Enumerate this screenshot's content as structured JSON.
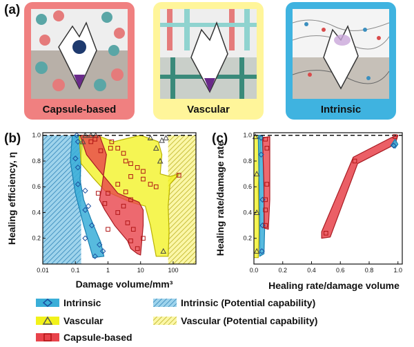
{
  "panels": {
    "a": "(a)",
    "b": "(b)",
    "c": "(c)"
  },
  "schemes": [
    {
      "label": "Capsule-based",
      "color": "#f08080"
    },
    {
      "label": "Vascular",
      "color": "#fff59a"
    },
    {
      "label": "Intrinsic",
      "color": "#3fb3e0"
    }
  ],
  "colors": {
    "intrinsic": "#3aaed8",
    "vascular": "#f2f21a",
    "capsule": "#e8434b",
    "overlap": "#f5a623"
  },
  "legend": [
    {
      "key": "intrinsic",
      "label": "Intrinsic",
      "symbol": "diamond"
    },
    {
      "key": "vascular",
      "label": "Vascular",
      "symbol": "triangle"
    },
    {
      "key": "capsule",
      "label": "Capsule-based",
      "symbol": "square"
    },
    {
      "key": "intrinsic_potential",
      "label": "Intrinsic (Potential capability)",
      "symbol": "hatch-blue"
    },
    {
      "key": "vascular_potential",
      "label": "Vascular (Potential capability)",
      "symbol": "hatch-yellow"
    }
  ],
  "chart_data": [
    {
      "type": "scatter",
      "xlabel": "Damage volume/mm³",
      "ylabel": "Healing efficiency, η",
      "xscale": "log",
      "xlim": [
        0.01,
        500
      ],
      "ylim": [
        0,
        1.02
      ],
      "xticks": [
        {
          "value": 0.01,
          "label": "0.01"
        },
        {
          "value": 0.1,
          "label": "0.1"
        },
        {
          "value": 1,
          "label": "1"
        },
        {
          "value": 10,
          "label": "10"
        },
        {
          "value": 100,
          "label": "100"
        }
      ],
      "yticks": [
        {
          "value": 0.2,
          "label": "0.2"
        },
        {
          "value": 0.4,
          "label": "0.4"
        },
        {
          "value": 0.6,
          "label": "0.6"
        },
        {
          "value": 0.8,
          "label": "0.8"
        },
        {
          "value": 1.0,
          "label": "1.0"
        }
      ],
      "reference_line_y": 1.0,
      "potential_regions": {
        "intrinsic": {
          "x": [
            0.01,
            0.15
          ]
        },
        "vascular": {
          "x": [
            70,
            500
          ]
        }
      },
      "regions": {
        "intrinsic": [
          [
            0.08,
            1.0
          ],
          [
            0.18,
            1.0
          ],
          [
            0.15,
            0.85
          ],
          [
            0.14,
            0.65
          ],
          [
            0.18,
            0.5
          ],
          [
            0.3,
            0.35
          ],
          [
            0.6,
            0.17
          ],
          [
            0.75,
            0.06
          ],
          [
            0.35,
            0.05
          ],
          [
            0.18,
            0.3
          ],
          [
            0.1,
            0.55
          ],
          [
            0.07,
            0.8
          ]
        ],
        "vascular": [
          [
            0.13,
            1.0
          ],
          [
            0.45,
            1.0
          ],
          [
            1.5,
            0.95
          ],
          [
            10,
            1.0
          ],
          [
            35,
            0.95
          ],
          [
            45,
            0.85
          ],
          [
            40,
            0.7
          ],
          [
            80,
            0.68
          ],
          [
            150,
            0.7
          ],
          [
            80,
            0.62
          ],
          [
            70,
            0.45
          ],
          [
            75,
            0.25
          ],
          [
            70,
            0.06
          ],
          [
            30,
            0.06
          ],
          [
            20,
            0.3
          ],
          [
            14,
            0.45
          ],
          [
            5,
            0.48
          ],
          [
            0.8,
            0.57
          ],
          [
            0.35,
            0.67
          ],
          [
            0.15,
            0.78
          ]
        ],
        "capsule": [
          [
            0.14,
            1.0
          ],
          [
            0.55,
            1.0
          ],
          [
            0.9,
            0.85
          ],
          [
            0.65,
            0.6
          ],
          [
            0.55,
            0.5
          ],
          [
            0.8,
            0.42
          ],
          [
            1.6,
            0.3
          ],
          [
            4,
            0.18
          ],
          [
            5,
            0.12
          ],
          [
            8,
            0.08
          ],
          [
            10,
            0.07
          ],
          [
            12,
            0.3
          ],
          [
            12,
            0.42
          ],
          [
            9,
            0.48
          ],
          [
            2,
            0.55
          ],
          [
            1.2,
            0.62
          ],
          [
            0.45,
            0.75
          ],
          [
            0.22,
            0.85
          ]
        ]
      },
      "series": [
        {
          "name": "Intrinsic",
          "key": "intrinsic",
          "marker": "diamond",
          "points": [
            [
              0.11,
              1.0
            ],
            [
              0.12,
              0.95
            ],
            [
              0.1,
              0.82
            ],
            [
              0.12,
              0.75
            ],
            [
              0.12,
              0.62
            ],
            [
              0.2,
              0.57
            ],
            [
              0.25,
              0.45
            ],
            [
              0.2,
              0.42
            ],
            [
              0.32,
              0.3
            ],
            [
              0.2,
              0.2
            ],
            [
              0.55,
              0.15
            ],
            [
              0.7,
              0.1
            ],
            [
              0.4,
              0.06
            ]
          ]
        },
        {
          "name": "Vascular",
          "key": "vascular",
          "marker": "triangle",
          "points": [
            [
              0.2,
              1.0
            ],
            [
              0.3,
              1.0
            ],
            [
              0.42,
              1.0
            ],
            [
              0.17,
              0.95
            ],
            [
              20,
              0.98
            ],
            [
              30,
              0.9
            ],
            [
              45,
              0.96
            ],
            [
              60,
              0.98
            ],
            [
              40,
              0.8
            ],
            [
              50,
              0.1
            ]
          ]
        },
        {
          "name": "Capsule-based",
          "key": "capsule",
          "marker": "square",
          "points": [
            [
              0.3,
              0.95
            ],
            [
              0.4,
              0.97
            ],
            [
              1.3,
              0.95
            ],
            [
              0.6,
              0.88
            ],
            [
              1.2,
              0.9
            ],
            [
              2,
              0.9
            ],
            [
              3,
              0.86
            ],
            [
              3.5,
              0.8
            ],
            [
              5,
              0.78
            ],
            [
              8,
              0.75
            ],
            [
              12,
              0.72
            ],
            [
              5,
              0.68
            ],
            [
              12,
              0.66
            ],
            [
              20,
              0.62
            ],
            [
              30,
              0.6
            ],
            [
              2,
              0.62
            ],
            [
              3.5,
              0.56
            ],
            [
              5,
              0.5
            ],
            [
              3,
              0.45
            ],
            [
              1,
              0.55
            ],
            [
              0.5,
              0.55
            ],
            [
              0.8,
              0.47
            ],
            [
              2,
              0.4
            ],
            [
              4,
              0.32
            ],
            [
              6,
              0.27
            ],
            [
              5,
              0.18
            ],
            [
              8,
              0.12
            ],
            [
              12,
              0.2
            ],
            [
              150,
              0.69
            ],
            [
              1,
              0.27
            ]
          ]
        }
      ]
    },
    {
      "type": "scatter",
      "xlabel": "Healing rate/damage volume",
      "ylabel": "Healing rate/damage rate",
      "xlim": [
        0,
        1.03
      ],
      "ylim": [
        0,
        1.02
      ],
      "xticks": [
        {
          "value": 0.0,
          "label": "0.0"
        },
        {
          "value": 0.2,
          "label": "0.2"
        },
        {
          "value": 0.4,
          "label": "0.4"
        },
        {
          "value": 0.6,
          "label": "0.6"
        },
        {
          "value": 0.8,
          "label": "0.8"
        },
        {
          "value": 1.0,
          "label": "1.0"
        }
      ],
      "yticks": [
        {
          "value": 0.2,
          "label": "0.2"
        },
        {
          "value": 0.4,
          "label": "0.4"
        },
        {
          "value": 0.6,
          "label": "0.6"
        },
        {
          "value": 0.8,
          "label": "0.8"
        },
        {
          "value": 1.0,
          "label": "1.0"
        }
      ],
      "reference_line_y": 1.0,
      "regions": {
        "vascular": [
          [
            0.0,
            1.0
          ],
          [
            0.05,
            1.0
          ],
          [
            0.03,
            0.6
          ],
          [
            0.035,
            0.25
          ],
          [
            0.03,
            0.05
          ],
          [
            0.0,
            0.05
          ]
        ],
        "intrinsic": [
          [
            0.03,
            1.0
          ],
          [
            0.06,
            1.0
          ],
          [
            0.075,
            0.3
          ],
          [
            0.07,
            0.08
          ],
          [
            0.04,
            0.06
          ],
          [
            0.04,
            0.35
          ]
        ],
        "capsule": [
          [
            0.06,
            0.98
          ],
          [
            0.11,
            0.99
          ],
          [
            0.11,
            0.5
          ],
          [
            0.1,
            0.27
          ],
          [
            0.07,
            0.28
          ],
          [
            0.07,
            0.6
          ]
        ],
        "capsule_band": [
          [
            0.47,
            0.25
          ],
          [
            0.69,
            0.83
          ],
          [
            0.95,
            0.98
          ],
          [
            1.0,
            1.0
          ],
          [
            0.98,
            0.93
          ],
          [
            0.72,
            0.78
          ],
          [
            0.53,
            0.21
          ],
          [
            0.47,
            0.2
          ]
        ],
        "intrinsic_tip": [
          [
            0.95,
            0.92
          ],
          [
            0.98,
            0.97
          ],
          [
            1.0,
            0.93
          ],
          [
            0.98,
            0.9
          ]
        ]
      },
      "series": [
        {
          "name": "Intrinsic",
          "key": "intrinsic",
          "marker": "diamond",
          "points": [
            [
              0.05,
              0.98
            ],
            [
              0.05,
              0.85
            ],
            [
              0.06,
              0.5
            ],
            [
              0.06,
              0.3
            ],
            [
              0.055,
              0.1
            ],
            [
              0.97,
              0.92
            ]
          ]
        },
        {
          "name": "Vascular",
          "key": "vascular",
          "marker": "triangle",
          "points": [
            [
              0.01,
              0.99
            ],
            [
              0.02,
              0.7
            ],
            [
              0.02,
              0.4
            ],
            [
              0.02,
              0.1
            ]
          ]
        },
        {
          "name": "Capsule-based",
          "key": "capsule",
          "marker": "square",
          "points": [
            [
              0.08,
              0.97
            ],
            [
              0.09,
              0.9
            ],
            [
              0.09,
              0.62
            ],
            [
              0.08,
              0.5
            ],
            [
              0.08,
              0.42
            ],
            [
              0.08,
              0.3
            ],
            [
              0.5,
              0.24
            ],
            [
              0.7,
              0.8
            ],
            [
              0.98,
              0.99
            ]
          ]
        }
      ]
    }
  ]
}
